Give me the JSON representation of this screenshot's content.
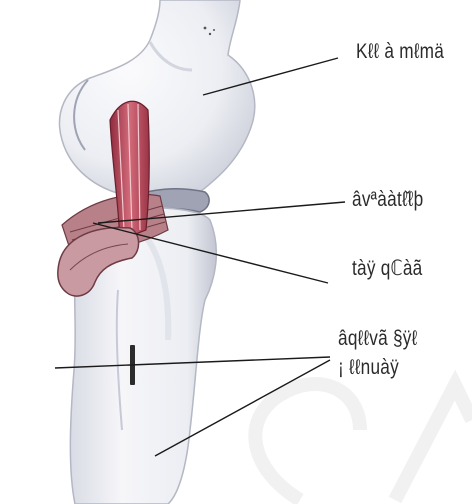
{
  "labels": {
    "label_1": "Kℓℓ à mℓmä",
    "label_2": "âvªààtℓ̌ℓþ",
    "label_3": "tàÿ qℂàã",
    "label_4_line1": "âqℓℓvã §ÿℓ",
    "label_4_line2": "¡ ℓℓnuàÿ"
  },
  "colors": {
    "line": "#1a1a1a",
    "bone_fill": "#f3f3f6",
    "bone_shade": "#b9bcc8",
    "muscle": "#c24a5e",
    "muscle_dark": "#8e2c3e",
    "ligament": "#9c6a72",
    "watermark": "#ebebeb"
  }
}
